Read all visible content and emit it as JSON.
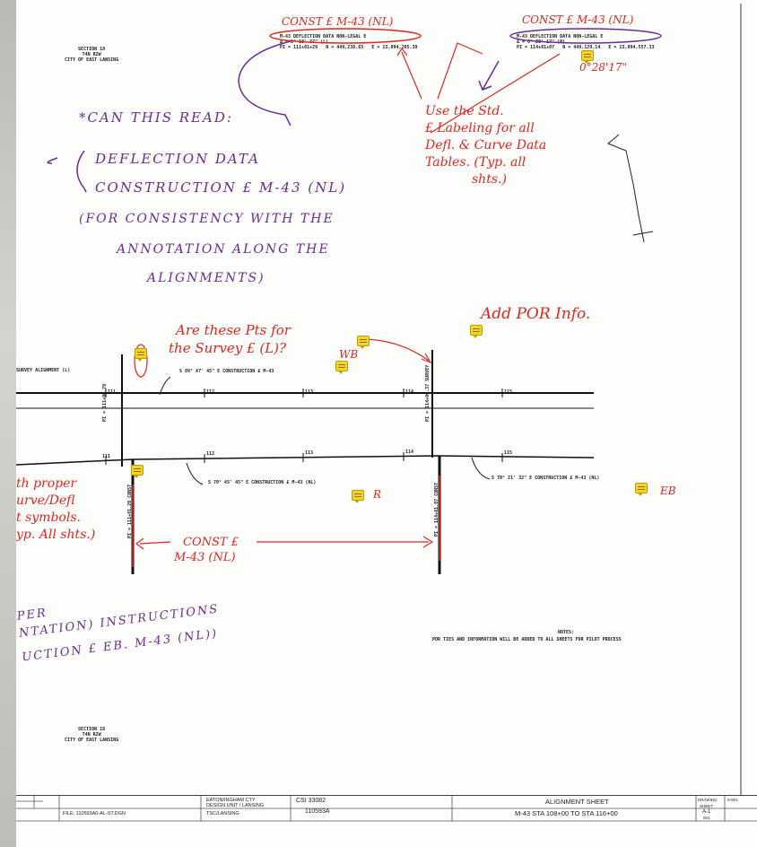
{
  "sheet_header": {
    "section_top": [
      "SECTION 18",
      "T4N R2W",
      "CITY OF EAST LANSING"
    ],
    "section_bottom": [
      "SECTION 18",
      "T4N R2W",
      "CITY OF EAST LANSING"
    ],
    "defl_left": {
      "title": "M-43 DEFLECTION DATA NON-LEGAL E",
      "row1": "Δ = 0° 18' 37\" (L)",
      "row2_pi": "PI = 111+01+29",
      "row2_n": "N = 449,238.65",
      "row2_e": "E = 13,094,205.39"
    },
    "defl_right": {
      "title": "M-43 DEFLECTION DATA NON-LEGAL E",
      "row1": "Δ = 0° 28' 17\" (R)",
      "row2_pi": "PI = 114+81+07",
      "row2_n": "N = 449,129.14",
      "row2_e": "E = 13,094,557.33"
    }
  },
  "alignment": {
    "survey_label": "SURVEY ALIGNMENT (L)",
    "survey_bearing": "S 89° 47' 45\" E CONSTRUCTION £ M-43",
    "survey_stations": [
      "111",
      "112",
      "113",
      "114",
      "115"
    ],
    "survey_pi_left": "PI = 111+00.78",
    "survey_pi_right": "PI = 114+00.37 SURVEY",
    "const_stations": [
      "111",
      "112",
      "113",
      "114",
      "115"
    ],
    "const_bearing_left": "S 70° 45' 45\" E CONSTRUCTION £ M-43 (NL)",
    "const_bearing_right": "S 70° 21' 32\" E CONSTRUCTION £ M-43 (NL)",
    "const_pi_left": "PI = 111+01.29 CONST",
    "const_pi_right": "PI = 114+81.07 CONST"
  },
  "notes_print": {
    "heading": "NOTES:",
    "text": "POR TIES AND INFORMATION WILL BE ADDED TO ALL SHEETS FOR PILOT PROCESS"
  },
  "markup_red": {
    "const_left": "CONST £ M-43 (NL)",
    "const_right": "CONST £ M-43 (NL)",
    "angle": "0°28'17\"",
    "std_1": "Use the Std.",
    "std_2": "£ Labeling for all",
    "std_3": "Defl. & Curve Data",
    "std_4": "Tables. (Typ. all",
    "std_5": "shts.)",
    "pts_1": "Are these Pts for",
    "pts_2": "the Survey £ (L)?",
    "wb": "WB",
    "por": "Add POR Info.",
    "left_1": "th proper",
    "left_2": "urve/Defl",
    "left_3": "t symbols.",
    "left_4": "yp. All shts.)",
    "const_mid_1": "CONST £",
    "const_mid_2": "M-43 (NL)",
    "r": "R",
    "eb": "EB"
  },
  "markup_purple": {
    "q_1": "*CAN THIS READ:",
    "q_2": "DEFLECTION DATA",
    "q_3": "CONSTRUCTION £ M-43 (NL)",
    "q_4": "(FOR CONSISTENCY WITH THE",
    "q_5": "ANNOTATION ALONG THE",
    "q_6": "ALIGNMENTS)",
    "b_1": "PER",
    "b_2": "NTATION) INSTRUCTIONS",
    "b_3": "UCTION £ EB. M-43 (NL))"
  },
  "title_block": {
    "csi": "CSI 33082",
    "job": "110593A",
    "sheet_title": "ALIGNMENT SHEET",
    "sheet_sub": "M-43 STA 108+00 TO STA 116+00",
    "drawing_label": "DRAWING",
    "drawing_no": "0-001",
    "sheet_label": "SHEET",
    "sheet_no": "A-1",
    "sheet_of": "001",
    "c1": "EATON/INGHAM CTY",
    "c2": "DESIGN UNIT / LANSING",
    "c3": "TSC/LANSING",
    "c4": "FILE: 110593A0-AL-ST.DGN"
  },
  "colors": {
    "red_ink": "#e0261f",
    "purple_ink": "#6a2c8e",
    "note_yellow": "#f5d327"
  }
}
